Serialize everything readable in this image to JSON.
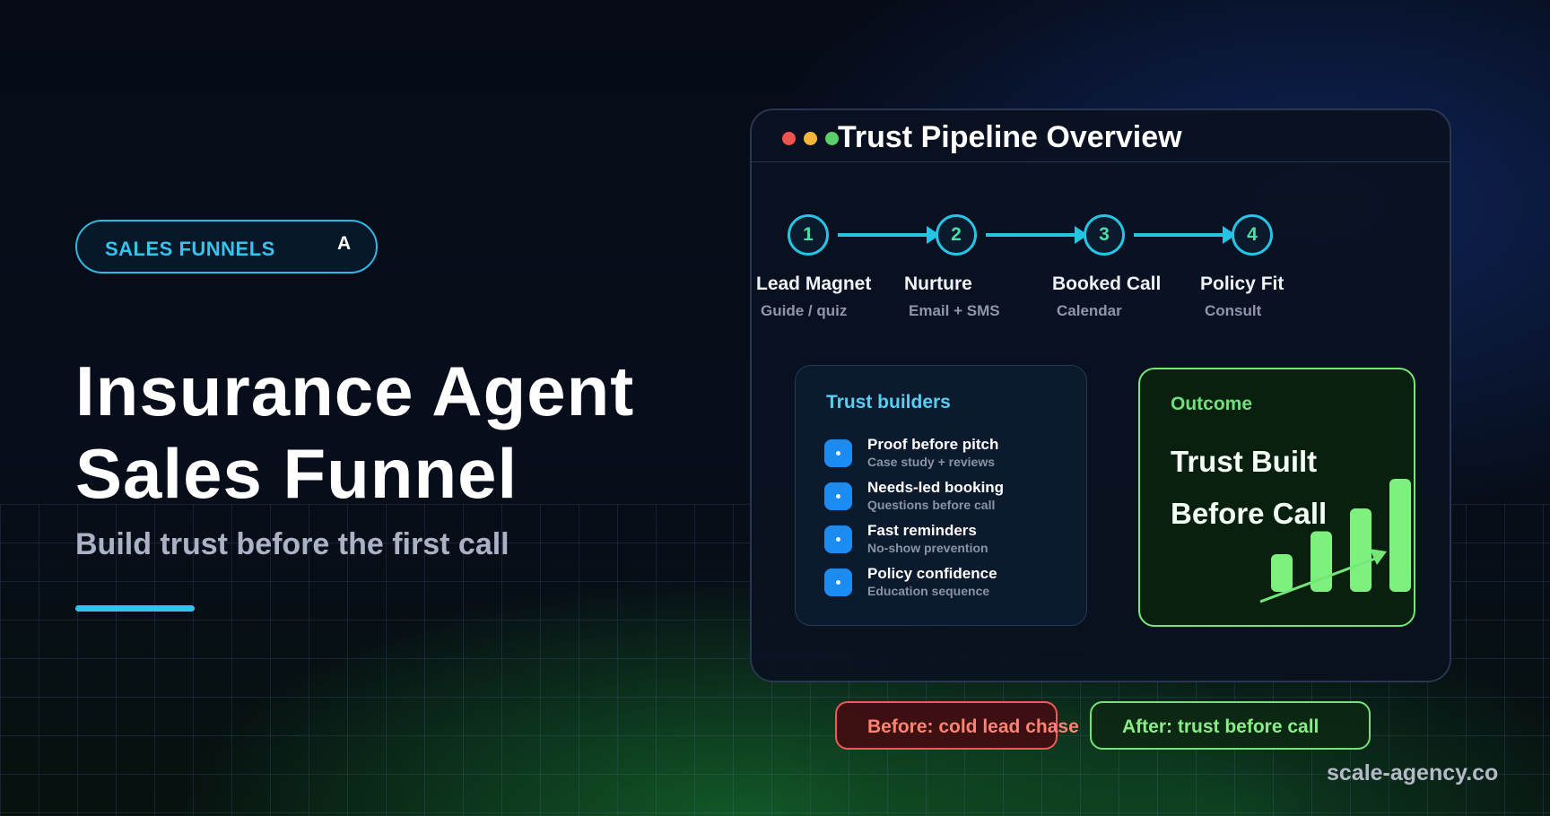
{
  "badge": {
    "label": "SALES FUNNELS",
    "icon_text": "A"
  },
  "headline": {
    "line1": "Insurance Agent",
    "line2": "Sales Funnel"
  },
  "subheadline": "Build trust before the first call",
  "window": {
    "title": "Trust Pipeline Overview",
    "dots": [
      "#f0544f",
      "#f5b73b",
      "#5ccd6a"
    ]
  },
  "pipeline": {
    "steps": [
      {
        "number": "1",
        "label": "Lead Magnet",
        "sub": "Guide / quiz"
      },
      {
        "number": "2",
        "label": "Nurture",
        "sub": "Email + SMS"
      },
      {
        "number": "3",
        "label": "Booked Call",
        "sub": "Calendar"
      },
      {
        "number": "4",
        "label": "Policy Fit",
        "sub": "Consult"
      }
    ]
  },
  "trust_builders": {
    "title": "Trust builders",
    "items": [
      {
        "title": "Proof before pitch",
        "sub": "Case study + reviews"
      },
      {
        "title": "Needs-led booking",
        "sub": "Questions before call"
      },
      {
        "title": "Fast reminders",
        "sub": "No-show prevention"
      },
      {
        "title": "Policy confidence",
        "sub": "Education sequence"
      }
    ]
  },
  "outcome": {
    "label": "Outcome",
    "line1": "Trust Built",
    "line2": "Before Call",
    "bar_levels": [
      0.28,
      0.45,
      0.62,
      0.84
    ]
  },
  "comparison": {
    "before": "Before: cold lead chase",
    "after": "After: trust before call"
  },
  "footer": {
    "site": "scale-agency.co"
  },
  "colors": {
    "accent_cyan": "#2cc4f0",
    "step_number": "#48e0a6",
    "outcome_green": "#74e877",
    "before_red": "#ec5a59",
    "icon_blue": "#1d8cf2"
  }
}
